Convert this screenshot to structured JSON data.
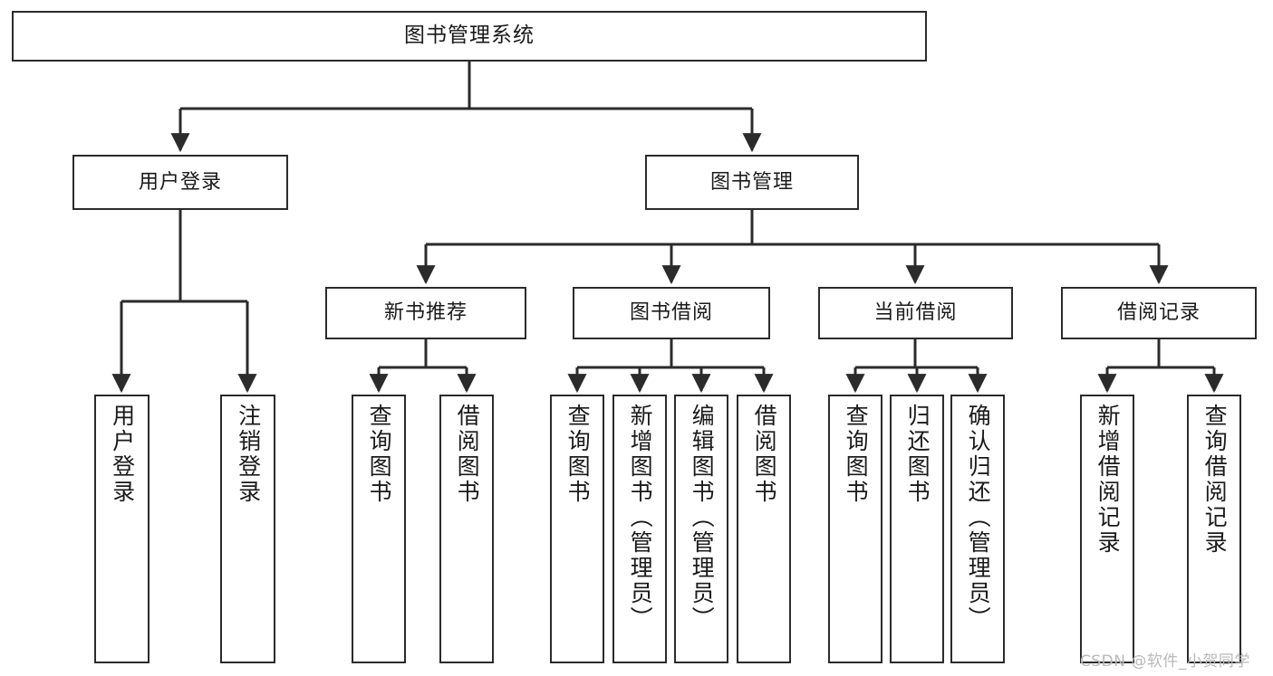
{
  "diagram": {
    "title": "图书管理系统",
    "watermark": "CSDN @软件_小贺同学",
    "colors": {
      "stroke": "#2b2b2b",
      "fill": "#ffffff",
      "text": "#1a1a1a",
      "watermark": "#b9b9b9"
    },
    "levels": {
      "root": "图书管理系统",
      "level2": [
        "用户登录",
        "图书管理"
      ],
      "level3": [
        "新书推荐",
        "图书借阅",
        "当前借阅",
        "借阅记录"
      ]
    },
    "nodes": {
      "root": "图书管理系统",
      "user_login": "用户登录",
      "book_manage": "图书管理",
      "new_book_rec": "新书推荐",
      "book_borrow": "图书借阅",
      "current_borrow": "当前借阅",
      "borrow_record": "借阅记录",
      "leaf_user_login": "用户登录",
      "leaf_logout": "注销登录",
      "leaf_query_book_1": "查询图书",
      "leaf_borrow_book_1": "借阅图书",
      "leaf_query_book_2": "查询图书",
      "leaf_add_book_admin": "新增图书（管理员）",
      "leaf_edit_book_admin": "编辑图书（管理员）",
      "leaf_borrow_book_2": "借阅图书",
      "leaf_query_book_3": "查询图书",
      "leaf_return_book": "归还图书",
      "leaf_confirm_return_admin": "确认归还（管理员）",
      "leaf_add_borrow_record": "新增借阅记录",
      "leaf_query_borrow_record": "查询借阅记录"
    }
  }
}
